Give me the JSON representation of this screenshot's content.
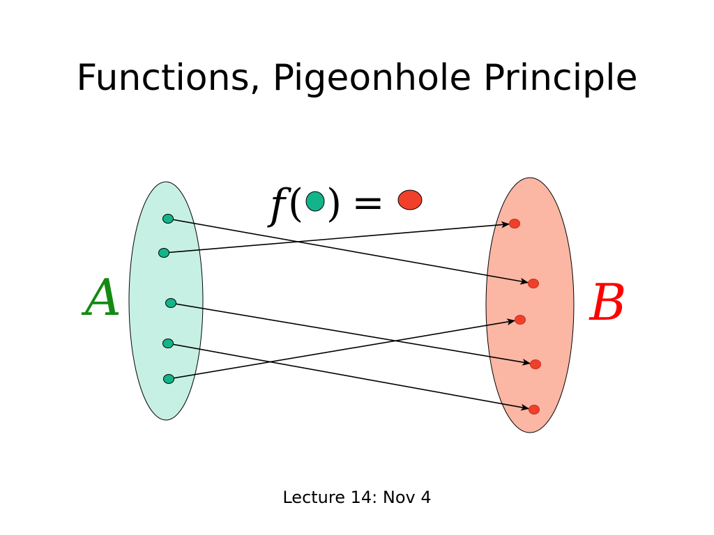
{
  "slide": {
    "title": "Functions, Pigeonhole Principle",
    "footer": "Lecture 14: Nov 4"
  },
  "diagram": {
    "formula": {
      "function_name": "f",
      "open_paren": "(",
      "close_paren": ")",
      "equals": "="
    },
    "set_a": {
      "label": "A",
      "label_color": "#138a13",
      "fill": "#c6f0e3",
      "point_color": "#14b48a",
      "point_count": 5
    },
    "set_b": {
      "label": "B",
      "label_color": "#ff0000",
      "fill": "#fbb6a4",
      "point_color": "#f0402a",
      "point_count": 5
    },
    "mapping": [
      {
        "from": 1,
        "to": 2
      },
      {
        "from": 2,
        "to": 1
      },
      {
        "from": 3,
        "to": 4
      },
      {
        "from": 4,
        "to": 5
      },
      {
        "from": 5,
        "to": 3
      }
    ]
  }
}
